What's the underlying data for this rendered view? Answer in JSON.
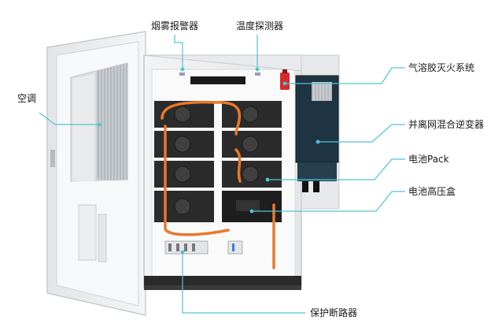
{
  "labels": {
    "smoke_detector": "烟雾报警器",
    "temperature_detector": "温度探测器",
    "aerosol_fire_system": "气溶胶灭火系统",
    "air_conditioner": "空调",
    "hybrid_inverter": "并离网混合逆变器",
    "battery_pack": "电池Pack",
    "battery_hv_box": "电池高压盒",
    "protection_breaker": "保护断路器"
  },
  "colors": {
    "callout_line": "#4fc3d9",
    "callout_dot": "#4fc3d9",
    "cable_orange": "#e8782a",
    "extinguisher_red": "#d62a2a",
    "module_dark": "#2b2b2b",
    "inverter_body": "#1f3442"
  }
}
